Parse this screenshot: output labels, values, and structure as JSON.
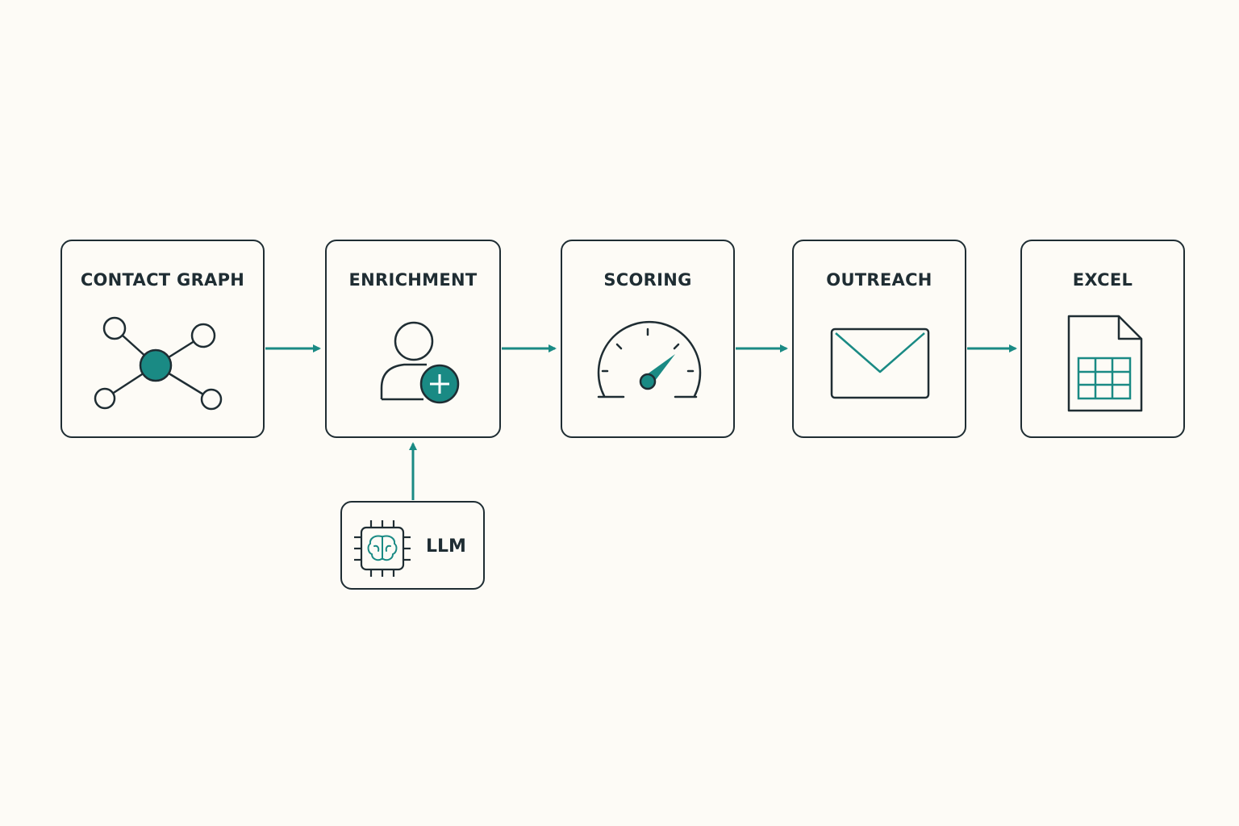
{
  "colors": {
    "background": "#fdfbf6",
    "stroke": "#1f2d33",
    "accent": "#1a8a84"
  },
  "stages": [
    {
      "title": "CONTACT GRAPH",
      "icon": "network-graph-icon"
    },
    {
      "title": "ENRICHMENT",
      "icon": "add-user-icon"
    },
    {
      "title": "SCORING",
      "icon": "gauge-icon"
    },
    {
      "title": "OUTREACH",
      "icon": "envelope-icon"
    },
    {
      "title": "EXCEL",
      "icon": "spreadsheet-icon"
    }
  ],
  "input": {
    "label": "LLM",
    "icon": "ai-chip-brain-icon",
    "feeds": "ENRICHMENT"
  }
}
